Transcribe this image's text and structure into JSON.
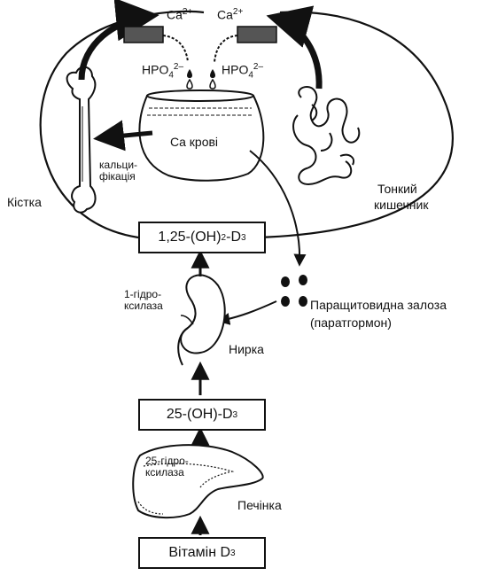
{
  "labels": {
    "ca_left": "Ca",
    "ca_left_sup": "2+",
    "ca_right": "Ca",
    "ca_right_sup": "2+",
    "hpo4_left": "HPO",
    "hpo4_left_sub": "4",
    "hpo4_left_sup": "2–",
    "hpo4_right": "HPO",
    "hpo4_right_sub": "4",
    "hpo4_right_sup": "2–",
    "blood_ca": "Ca крові",
    "calcification_line1": "кальци-",
    "calcification_line2": "фікація",
    "bone": "Кістка",
    "intestine_line1": "Тонкий",
    "intestine_line2": "кишечник",
    "hydroxylase1_line1": "1-гідро-",
    "hydroxylase1_line2": "ксилаза",
    "kidney": "Нирка",
    "parathyroid_line1": "Паращитовидна залоза",
    "parathyroid_line2": "(паратгормон)",
    "hydroxylase25_line1": "25-гідро-",
    "hydroxylase25_line2": "ксилаза",
    "liver": "Печінка"
  },
  "boxes": {
    "active_d3_a": "1,25-(OH)",
    "active_d3_sub1": "2",
    "active_d3_b": "-D",
    "active_d3_sub2": "3",
    "calcidiol_a": "25-(OH)-D",
    "calcidiol_sub": "3",
    "vitamin_a": "Вітамін D",
    "vitamin_sub": "3"
  }
}
